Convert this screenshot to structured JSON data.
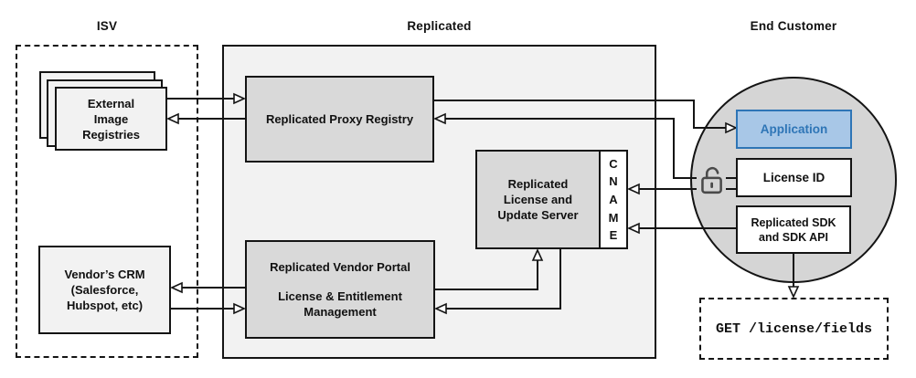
{
  "titles": {
    "isv": "ISV",
    "replicated": "Replicated",
    "end_customer": "End Customer"
  },
  "isv": {
    "registries_label": "External\nImage\nRegistries",
    "crm_label": "Vendor’s CRM\n(Salesforce,\nHubspot, etc)"
  },
  "replicated": {
    "proxy_registry_label": "Replicated Proxy Registry",
    "license_server_label": "Replicated\nLicense and\nUpdate Server",
    "cname_letters": [
      "C",
      "N",
      "A",
      "M",
      "E"
    ],
    "vendor_portal_title": "Replicated Vendor Portal",
    "vendor_portal_subtitle": "License & Entitlement\nManagement"
  },
  "end_customer": {
    "application_label": "Application",
    "license_id_label": "License ID",
    "sdk_label": "Replicated SDK\nand SDK API",
    "api_request": "GET /license/fields"
  },
  "icons": {
    "lock": "open-padlock"
  },
  "colors": {
    "accent_blue_border": "#2e75b6",
    "accent_blue_fill": "#a8c7e7",
    "node_gray": "#d9d9d9",
    "container_gray": "#f2f2f2",
    "circle_gray": "#d5d5d5",
    "line_black": "#141414"
  }
}
